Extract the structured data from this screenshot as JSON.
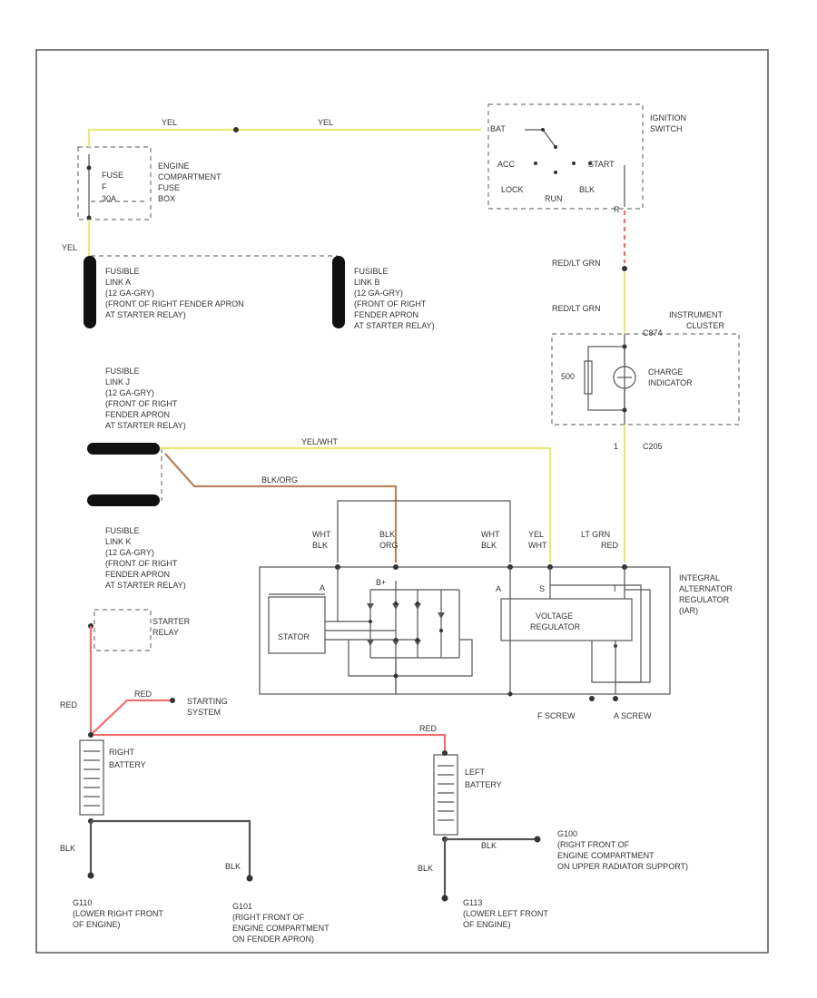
{
  "colors": {
    "yellow_wire": "#e8e87a",
    "red_wire": "#ee6f6f",
    "brown_wire": "#b8835e",
    "dark_wire": "#555555",
    "link_body": "#111111"
  },
  "labels": {
    "figure_code": "",
    "ignition_switch": [
      "IGNITION",
      "SWITCH"
    ],
    "fuse_box": [
      "ENGINE",
      "COMPARTMENT",
      "FUSE",
      "BOX"
    ],
    "fuse": [
      "FUSE",
      "F",
      "30A"
    ],
    "yel_1": "YEL",
    "yel_2": "YEL",
    "yel_3": "YEL",
    "switch_bat": "BAT",
    "switch_acc": "ACC",
    "switch_start": "START",
    "switch_lock": "LOCK",
    "switch_run": "RUN",
    "switch_blk": "BLK",
    "switch_pin": "R",
    "red_lt_grn_1": "RED/LT GRN",
    "red_lt_grn_2": "RED/LT GRN",
    "instrument_cluster": [
      "INSTRUMENT",
      "CLUSTER"
    ],
    "cluster_pin": "C874",
    "charge_indicator": [
      "CHARGE",
      "INDICATOR"
    ],
    "resistor_label": "500",
    "cluster_pin_2": "1",
    "c2": "C205",
    "link_a": [
      "FUSIBLE",
      "LINK A",
      "(12 GA-GRY)",
      "(FRONT OF RIGHT FENDER APRON",
      "AT STARTER RELAY)"
    ],
    "link_b": [
      "FUSIBLE",
      "LINK B",
      "(12 GA-GRY)",
      "(FRONT OF RIGHT",
      "FENDER APRON",
      "AT STARTER RELAY)"
    ],
    "link_j": [
      "FUSIBLE",
      "LINK J",
      "(12 GA-GRY)",
      "(FRONT OF RIGHT",
      "FENDER APRON",
      "AT STARTER RELAY)"
    ],
    "link_k": [
      "FUSIBLE",
      "LINK K",
      "(12 GA-GRY)",
      "(FRONT OF RIGHT",
      "FENDER APRON",
      "AT STARTER RELAY)"
    ],
    "yel_wht_wire": "YEL/WHT",
    "blk_org_wire": "BLK/ORG",
    "pin_wht_blk_1": [
      "WHT",
      "BLK"
    ],
    "pin_blk_org": [
      "BLK",
      "ORG"
    ],
    "pin_wht_blk_2": [
      "WHT",
      "BLK"
    ],
    "pin_yel_wht": [
      "YEL",
      "WHT"
    ],
    "pin_lt_grn_red": [
      "LT GRN",
      "RED"
    ],
    "b_plus": "B+",
    "a_pin": "A",
    "s_pin": "S",
    "i_pin": "I",
    "stator": "STATOR",
    "voltage_regulator": [
      "VOLTAGE",
      "REGULATOR"
    ],
    "alternator": [
      "INTEGRAL",
      "ALTERNATOR",
      "REGULATOR",
      "(IAR)"
    ],
    "f_screw": "F SCREW",
    "a_screw": "A SCREW",
    "starter_relay": [
      "STARTER",
      "RELAY"
    ],
    "red_1": "RED",
    "red_2": "RED",
    "red_3": "RED",
    "starting_system": [
      "STARTING",
      "SYSTEM"
    ],
    "right_battery": [
      "RIGHT",
      "BATTERY"
    ],
    "left_battery": [
      "LEFT",
      "BATTERY"
    ],
    "blk_1": "BLK",
    "blk_2": "BLK",
    "blk_3": "BLK",
    "blk_4": "BLK",
    "g110": [
      "G110",
      "(LOWER RIGHT FRONT",
      "OF ENGINE)"
    ],
    "g101": [
      "G101",
      "(RIGHT FRONT OF",
      "ENGINE COMPARTMENT",
      "ON FENDER APRON)"
    ],
    "g113": [
      "G113",
      "(LOWER LEFT FRONT",
      "OF ENGINE)"
    ],
    "g100": [
      "G100",
      "(RIGHT FRONT OF",
      "ENGINE COMPARTMENT",
      "ON UPPER RADIATOR SUPPORT)"
    ]
  }
}
